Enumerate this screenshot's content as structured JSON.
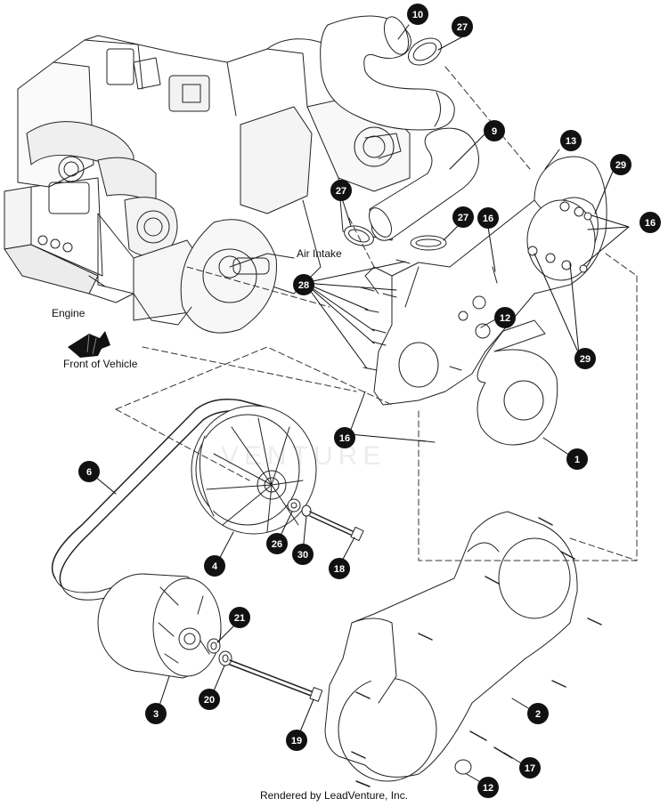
{
  "labels": {
    "air_intake": "Air Intake",
    "engine": "Engine",
    "front_of_vehicle": "Front of Vehicle"
  },
  "footer": "Rendered by LeadVenture, Inc.",
  "watermark": "VENTURE",
  "callouts": [
    {
      "id": "c10",
      "num": "10"
    },
    {
      "id": "c27a",
      "num": "27"
    },
    {
      "id": "c9",
      "num": "9"
    },
    {
      "id": "c13",
      "num": "13"
    },
    {
      "id": "c29a",
      "num": "29"
    },
    {
      "id": "c27b",
      "num": "27"
    },
    {
      "id": "c27c",
      "num": "27"
    },
    {
      "id": "c16a",
      "num": "16"
    },
    {
      "id": "c16b",
      "num": "16"
    },
    {
      "id": "c28",
      "num": "28"
    },
    {
      "id": "c12a",
      "num": "12"
    },
    {
      "id": "c29b",
      "num": "29"
    },
    {
      "id": "c16c",
      "num": "16"
    },
    {
      "id": "c1",
      "num": "1"
    },
    {
      "id": "c6",
      "num": "6"
    },
    {
      "id": "c4",
      "num": "4"
    },
    {
      "id": "c26",
      "num": "26"
    },
    {
      "id": "c30",
      "num": "30"
    },
    {
      "id": "c18",
      "num": "18"
    },
    {
      "id": "c21",
      "num": "21"
    },
    {
      "id": "c20",
      "num": "20"
    },
    {
      "id": "c3",
      "num": "3"
    },
    {
      "id": "c2",
      "num": "2"
    },
    {
      "id": "c19",
      "num": "19"
    },
    {
      "id": "c17",
      "num": "17"
    },
    {
      "id": "c12b",
      "num": "12"
    }
  ]
}
